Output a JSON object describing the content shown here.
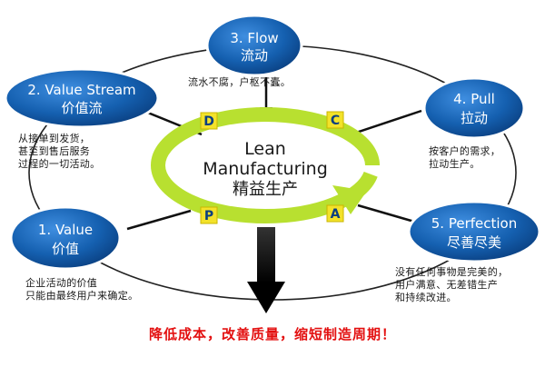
{
  "center": {
    "line1": "Lean",
    "line2": "Manufacturing",
    "line3": "精益生产"
  },
  "nodes": [
    {
      "en": "3. Flow",
      "zh": "流动",
      "desc": [
        "流水不腐，户枢不蠹。"
      ]
    },
    {
      "en": "2. Value Stream",
      "zh": "价值流",
      "desc": [
        "从接单到发货，",
        "甚至到售后服务",
        "过程的一切活动。"
      ]
    },
    {
      "en": "4. Pull",
      "zh": "拉动",
      "desc": [
        "按客户的需求，",
        "拉动生产。"
      ]
    },
    {
      "en": "1. Value",
      "zh": "价值",
      "desc": [
        "企业活动的价值",
        "只能由最终用户来确定。"
      ]
    },
    {
      "en": "5. Perfection",
      "zh": "尽善尽美",
      "desc": [
        "没有任何事物是完美的，",
        "用户满意、无差错生产",
        "和持续改进。"
      ]
    }
  ],
  "pdca": [
    "D",
    "C",
    "P",
    "A"
  ],
  "bottom_text": "降低成本，改善质量，缩短制造周期！",
  "colors": {
    "node_fill": "#1560b0",
    "node_border": "#ffffff",
    "arrow_green": "#b8e030",
    "pdca_yellow": "#f3e22a",
    "connector": "#111111",
    "bottom_text": "#e31010"
  }
}
